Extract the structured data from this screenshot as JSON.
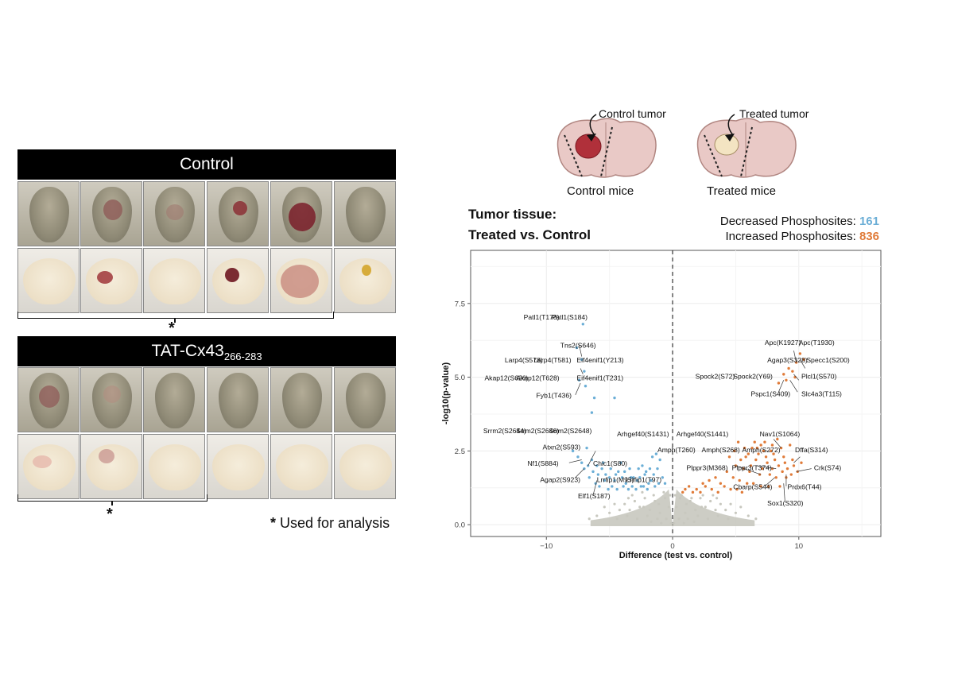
{
  "panel_left": {
    "control_label": "Control",
    "treated_label": "TAT-Cx43",
    "treated_subscript": "266-283",
    "asterisk": "*",
    "legend_asterisk": "*",
    "legend_text": "Used for analysis",
    "colors": {
      "bar": "#000000",
      "tumor": "#8b1e2a"
    }
  },
  "schematic": {
    "control_tumor_label": "Control tumor",
    "treated_tumor_label": "Treated tumor",
    "control_mice_label": "Control mice",
    "treated_mice_label": "Treated mice",
    "colors": {
      "brain": "#e9c9c6",
      "control_tumor": "#b0303a",
      "treated_tumor": "#f3e4c2"
    }
  },
  "volcano": {
    "title_line1": "Tumor tissue:",
    "title_line2": "Treated vs. Control",
    "decreased_label": "Decreased Phosphosites:",
    "decreased_count": "161",
    "increased_label": "Increased Phosphosites:",
    "increased_count": "836",
    "colors": {
      "decreased": "#6baed6",
      "increased": "#e07b39",
      "ns": "#c8c8bf"
    }
  },
  "chart_data": {
    "type": "scatter",
    "xlabel": "Difference (test vs. control)",
    "ylabel": "-log10(p-value)",
    "xlim": [
      -16,
      16.5
    ],
    "ylim": [
      -0.4,
      9.3
    ],
    "x_ticks": [
      -10,
      0,
      10
    ],
    "x_tick_labels": [
      "−10",
      "0",
      "10"
    ],
    "y_ticks": [
      0.0,
      2.5,
      5.0,
      7.5
    ],
    "y_tick_labels": [
      "0.0",
      "2.5",
      "5.0",
      "7.5"
    ],
    "grid": true,
    "vline_x": 0,
    "legend": "none",
    "series": [
      {
        "group": "decreased",
        "points": [
          [
            -7.1,
            6.8
          ],
          [
            -7.6,
            6.0
          ],
          [
            -7.2,
            5.6
          ],
          [
            -7.0,
            5.2
          ],
          [
            -7.4,
            4.9
          ],
          [
            -6.9,
            4.7
          ],
          [
            -6.2,
            4.3
          ],
          [
            -4.6,
            4.3
          ],
          [
            -6.4,
            3.8
          ],
          [
            -7.9,
            2.5
          ],
          [
            -7.5,
            2.3
          ],
          [
            -7.2,
            2.1
          ],
          [
            -6.8,
            2.6
          ],
          [
            -6.4,
            2.2
          ],
          [
            -6.0,
            2.0
          ],
          [
            -5.6,
            1.9
          ],
          [
            -5.3,
            1.7
          ],
          [
            -5.0,
            1.6
          ],
          [
            -4.6,
            1.5
          ],
          [
            -4.3,
            1.8
          ],
          [
            -4.0,
            1.6
          ],
          [
            -3.7,
            1.4
          ],
          [
            -3.4,
            1.9
          ],
          [
            -3.1,
            1.6
          ],
          [
            -2.8,
            1.5
          ],
          [
            -2.5,
            1.3
          ],
          [
            -2.2,
            1.7
          ],
          [
            -1.9,
            1.4
          ],
          [
            -1.6,
            2.3
          ],
          [
            -1.3,
            2.4
          ],
          [
            -1.0,
            2.2
          ],
          [
            -0.8,
            1.6
          ],
          [
            -0.6,
            1.4
          ],
          [
            -6.6,
            1.6
          ],
          [
            -6.1,
            1.4
          ],
          [
            -5.8,
            1.3
          ],
          [
            -5.4,
            1.5
          ],
          [
            -5.1,
            1.2
          ],
          [
            -4.8,
            1.3
          ],
          [
            -4.4,
            1.2
          ],
          [
            -3.9,
            1.3
          ],
          [
            -3.5,
            1.2
          ],
          [
            -3.2,
            1.3
          ],
          [
            -2.9,
            1.2
          ],
          [
            -2.6,
            1.6
          ],
          [
            -2.3,
            1.3
          ],
          [
            -2.0,
            1.2
          ],
          [
            -1.7,
            1.5
          ],
          [
            -1.4,
            1.3
          ],
          [
            -1.1,
            1.4
          ],
          [
            -7.0,
            1.9
          ],
          [
            -6.7,
            2.0
          ],
          [
            -6.3,
            1.8
          ],
          [
            -5.9,
            1.7
          ],
          [
            -5.5,
            2.1
          ],
          [
            -4.9,
            1.9
          ],
          [
            -4.5,
            1.7
          ],
          [
            -4.1,
            2.1
          ],
          [
            -3.8,
            1.8
          ],
          [
            -3.3,
            1.6
          ],
          [
            -2.7,
            1.9
          ],
          [
            -2.4,
            2.0
          ],
          [
            -2.1,
            1.8
          ],
          [
            -1.8,
            1.9
          ],
          [
            -1.5,
            1.7
          ],
          [
            -1.2,
            1.9
          ]
        ]
      },
      {
        "group": "increased",
        "points": [
          [
            10.1,
            5.8
          ],
          [
            10.4,
            5.6
          ],
          [
            9.8,
            5.5
          ],
          [
            9.2,
            5.3
          ],
          [
            8.8,
            5.1
          ],
          [
            9.5,
            5.2
          ],
          [
            9.0,
            4.9
          ],
          [
            8.4,
            4.8
          ],
          [
            9.7,
            5.0
          ],
          [
            5.2,
            2.8
          ],
          [
            6.3,
            2.6
          ],
          [
            7.2,
            2.5
          ],
          [
            8.0,
            2.4
          ],
          [
            8.8,
            2.3
          ],
          [
            9.5,
            2.2
          ],
          [
            10.2,
            2.1
          ],
          [
            5.8,
            2.3
          ],
          [
            6.6,
            2.2
          ],
          [
            7.5,
            2.1
          ],
          [
            8.4,
            2.0
          ],
          [
            9.1,
            1.9
          ],
          [
            9.9,
            1.8
          ],
          [
            5.0,
            2.0
          ],
          [
            5.6,
            1.9
          ],
          [
            6.1,
            1.8
          ],
          [
            6.9,
            1.7
          ],
          [
            7.7,
            1.7
          ],
          [
            8.2,
            1.6
          ],
          [
            9.0,
            1.6
          ],
          [
            4.3,
            1.8
          ],
          [
            4.8,
            1.6
          ],
          [
            5.3,
            1.5
          ],
          [
            5.9,
            1.4
          ],
          [
            6.4,
            1.4
          ],
          [
            7.0,
            1.3
          ],
          [
            7.6,
            1.3
          ],
          [
            8.5,
            1.3
          ],
          [
            3.4,
            1.6
          ],
          [
            3.8,
            1.4
          ],
          [
            4.1,
            1.3
          ],
          [
            4.6,
            1.2
          ],
          [
            5.1,
            1.2
          ],
          [
            5.5,
            1.1
          ],
          [
            2.6,
            1.3
          ],
          [
            2.9,
            1.5
          ],
          [
            3.1,
            1.2
          ],
          [
            3.6,
            1.1
          ],
          [
            2.2,
            1.1
          ],
          [
            2.4,
            1.4
          ],
          [
            1.9,
            1.2
          ],
          [
            1.6,
            1.1
          ],
          [
            1.3,
            1.3
          ],
          [
            1.0,
            1.2
          ],
          [
            0.8,
            1.1
          ],
          [
            6.7,
            2.6
          ],
          [
            7.3,
            2.8
          ],
          [
            7.9,
            2.7
          ],
          [
            8.6,
            2.6
          ],
          [
            9.3,
            2.7
          ],
          [
            6.0,
            2.4
          ],
          [
            6.8,
            2.4
          ],
          [
            7.4,
            2.3
          ],
          [
            8.1,
            2.2
          ],
          [
            8.9,
            2.1
          ],
          [
            9.6,
            2.0
          ],
          [
            5.4,
            2.2
          ],
          [
            6.2,
            2.0
          ],
          [
            7.1,
            1.9
          ],
          [
            7.9,
            1.9
          ],
          [
            8.7,
            1.8
          ],
          [
            9.4,
            1.7
          ],
          [
            4.5,
            2.3
          ],
          [
            4.9,
            2.5
          ],
          [
            5.7,
            2.6
          ],
          [
            6.5,
            2.8
          ],
          [
            7.0,
            2.7
          ],
          [
            7.8,
            2.5
          ],
          [
            8.3,
            2.9
          ]
        ]
      }
    ],
    "ns_cloud": {
      "note_free": true,
      "points": [
        [
          -0.3,
          0.6
        ],
        [
          -0.6,
          0.9
        ],
        [
          -1.0,
          0.4
        ],
        [
          -1.4,
          0.8
        ],
        [
          -1.8,
          0.5
        ],
        [
          -2.2,
          0.9
        ],
        [
          -2.6,
          0.6
        ],
        [
          -3.0,
          0.8
        ],
        [
          -3.4,
          0.5
        ],
        [
          -3.8,
          0.7
        ],
        [
          -4.2,
          0.5
        ],
        [
          -4.6,
          0.7
        ],
        [
          -5.0,
          0.4
        ],
        [
          -5.4,
          0.6
        ],
        [
          -0.5,
          0.2
        ],
        [
          -1.2,
          0.2
        ],
        [
          -2.0,
          0.3
        ],
        [
          -2.8,
          0.2
        ],
        [
          -3.6,
          0.3
        ],
        [
          -4.4,
          0.2
        ],
        [
          0.3,
          0.6
        ],
        [
          0.6,
          0.9
        ],
        [
          1.0,
          0.4
        ],
        [
          1.4,
          0.8
        ],
        [
          1.8,
          0.5
        ],
        [
          2.2,
          0.9
        ],
        [
          2.6,
          0.6
        ],
        [
          3.0,
          0.8
        ],
        [
          3.4,
          0.5
        ],
        [
          3.8,
          0.7
        ],
        [
          4.2,
          0.5
        ],
        [
          4.6,
          0.7
        ],
        [
          5.0,
          0.4
        ],
        [
          5.4,
          0.6
        ],
        [
          0.5,
          0.2
        ],
        [
          1.2,
          0.2
        ],
        [
          2.0,
          0.3
        ],
        [
          2.8,
          0.2
        ],
        [
          3.6,
          0.3
        ],
        [
          4.4,
          0.2
        ],
        [
          -0.2,
          1.0
        ],
        [
          0.2,
          1.0
        ],
        [
          -0.7,
          1.1
        ],
        [
          0.7,
          1.0
        ],
        [
          -1.5,
          1.0
        ],
        [
          1.5,
          0.9
        ],
        [
          -2.4,
          1.1
        ],
        [
          2.4,
          1.0
        ],
        [
          -3.2,
          1.0
        ],
        [
          3.2,
          1.0
        ],
        [
          -0.1,
          0.05
        ],
        [
          0.1,
          0.05
        ],
        [
          -0.9,
          0.05
        ],
        [
          0.9,
          0.05
        ],
        [
          -1.7,
          0.1
        ],
        [
          1.7,
          0.1
        ],
        [
          -6.0,
          0.3
        ],
        [
          6.0,
          0.3
        ],
        [
          -6.6,
          0.2
        ],
        [
          6.6,
          0.2
        ],
        [
          -1.1,
          0.7
        ],
        [
          1.1,
          0.7
        ],
        [
          -2.3,
          0.6
        ],
        [
          2.3,
          0.6
        ],
        [
          -3.5,
          0.9
        ],
        [
          3.5,
          0.9
        ]
      ]
    },
    "annotations": {
      "decreased": [
        {
          "text": "Patl1(T178)",
          "x": -11.8,
          "y": 6.95
        },
        {
          "text": "Patl1(S184)",
          "x": -9.6,
          "y": 6.95
        },
        {
          "text": "Tns2(S646)",
          "x": -8.9,
          "y": 6.0
        },
        {
          "text": "Larp4(S578)",
          "x": -13.3,
          "y": 5.5
        },
        {
          "text": "Larp4(T581)",
          "x": -11.0,
          "y": 5.5
        },
        {
          "text": "Eif4enif1(Y213)",
          "x": -7.6,
          "y": 5.5
        },
        {
          "text": "Akap12(S626)",
          "x": -14.9,
          "y": 4.9
        },
        {
          "text": "Akap12(T628)",
          "x": -12.4,
          "y": 4.9
        },
        {
          "text": "Eif4enif1(T231)",
          "x": -7.6,
          "y": 4.9
        },
        {
          "text": "Fyb1(T436)",
          "x": -10.8,
          "y": 4.3
        },
        {
          "text": "Srrm2(S2644)",
          "x": -15.0,
          "y": 3.1
        },
        {
          "text": "Srrm2(S2646)",
          "x": -12.4,
          "y": 3.1
        },
        {
          "text": "Srrm2(S2648)",
          "x": -9.8,
          "y": 3.1
        },
        {
          "text": "Arhgef40(S1431)",
          "x": -4.4,
          "y": 3.0
        },
        {
          "text": "Atxn2(S593)",
          "x": -10.3,
          "y": 2.55
        },
        {
          "text": "Nf1(S884)",
          "x": -11.5,
          "y": 2.0
        },
        {
          "text": "Chic1(S80)",
          "x": -6.3,
          "y": 2.0
        },
        {
          "text": "Agap2(S923)",
          "x": -10.5,
          "y": 1.45
        },
        {
          "text": "Lrrfip1(M95)",
          "x": -6.0,
          "y": 1.45
        },
        {
          "text": "Lrrfip1(T97)",
          "x": -3.7,
          "y": 1.45
        },
        {
          "text": "Elf1(S187)",
          "x": -7.5,
          "y": 0.9
        }
      ],
      "increased": [
        {
          "text": "Apc(K1927)",
          "x": 7.3,
          "y": 6.1
        },
        {
          "text": "Apc(T1930)",
          "x": 10.0,
          "y": 6.1
        },
        {
          "text": "Agap3(S328)",
          "x": 7.5,
          "y": 5.5
        },
        {
          "text": "Specc1(S200)",
          "x": 10.6,
          "y": 5.5
        },
        {
          "text": "Spock2(S72)",
          "x": 1.8,
          "y": 4.95
        },
        {
          "text": "Spock2(Y69)",
          "x": 4.8,
          "y": 4.95
        },
        {
          "text": "Plcl1(S570)",
          "x": 10.2,
          "y": 4.95
        },
        {
          "text": "Pspc1(S409)",
          "x": 6.2,
          "y": 4.35
        },
        {
          "text": "Slc4a3(T115)",
          "x": 10.2,
          "y": 4.35
        },
        {
          "text": "Arhgef40(S1441)",
          "x": 0.3,
          "y": 3.0
        },
        {
          "text": "Nav1(S1064)",
          "x": 6.9,
          "y": 3.0
        },
        {
          "text": "Amph(T260)",
          "x": -1.2,
          "y": 2.45
        },
        {
          "text": "Amph(S268)",
          "x": 2.3,
          "y": 2.45
        },
        {
          "text": "Amph(S272)",
          "x": 5.5,
          "y": 2.45
        },
        {
          "text": "Dffa(S314)",
          "x": 9.7,
          "y": 2.45
        },
        {
          "text": "Plppr3(M368)",
          "x": 1.1,
          "y": 1.85
        },
        {
          "text": "Plppr3(T374)",
          "x": 4.7,
          "y": 1.85
        },
        {
          "text": "Crk(S74)",
          "x": 11.2,
          "y": 1.85
        },
        {
          "text": "Cbarp(S544)",
          "x": 4.8,
          "y": 1.2
        },
        {
          "text": "Prdx6(T44)",
          "x": 9.1,
          "y": 1.2
        },
        {
          "text": "Sox1(S320)",
          "x": 7.5,
          "y": 0.65
        }
      ]
    }
  }
}
